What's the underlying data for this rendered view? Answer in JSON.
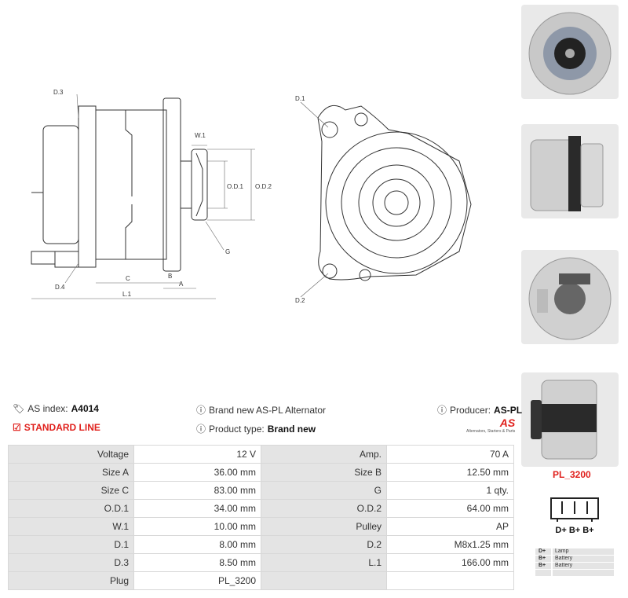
{
  "drawing_labels": {
    "d3": "D.3",
    "d4": "D.4",
    "d1": "D.1",
    "d2": "D.2",
    "w1": "W.1",
    "od1": "O.D.1",
    "od2": "O.D.2",
    "g": "G",
    "c": "C",
    "b": "B",
    "a": "A",
    "l1": "L.1"
  },
  "info": {
    "as_index_label": "AS index:",
    "as_index_value": "A4014",
    "description": "Brand new AS-PL Alternator",
    "producer_label": "Producer:",
    "producer_value": "AS-PL",
    "standard_line": "STANDARD LINE",
    "product_type_label": "Product type:",
    "product_type_value": "Brand new",
    "logo_text": "AS",
    "logo_tagline": "Alternators, Starters & Parts"
  },
  "specs": [
    [
      "Voltage",
      "12 V",
      "Amp.",
      "70 A"
    ],
    [
      "Size A",
      "36.00 mm",
      "Size B",
      "12.50 mm"
    ],
    [
      "Size C",
      "83.00 mm",
      "G",
      "1 qty."
    ],
    [
      "O.D.1",
      "34.00 mm",
      "O.D.2",
      "64.00 mm"
    ],
    [
      "W.1",
      "10.00 mm",
      "Pulley",
      "AP"
    ],
    [
      "D.1",
      "8.00 mm",
      "D.2",
      "M8x1.25 mm"
    ],
    [
      "D.3",
      "8.50 mm",
      "L.1",
      "166.00 mm"
    ],
    [
      "Plug",
      "PL_3200",
      "",
      ""
    ]
  ],
  "plug": {
    "title": "PL_3200",
    "pins": "D+ B+ B+",
    "legend": [
      {
        "pin": "D+",
        "desc": "Lamp"
      },
      {
        "pin": "B+",
        "desc": "Battery"
      },
      {
        "pin": "B+",
        "desc": "Battery"
      },
      {
        "pin": "",
        "desc": ""
      }
    ]
  },
  "colors": {
    "accent_red": "#e0201c",
    "label_bg": "#e4e4e4",
    "border": "#d8d8d8"
  }
}
